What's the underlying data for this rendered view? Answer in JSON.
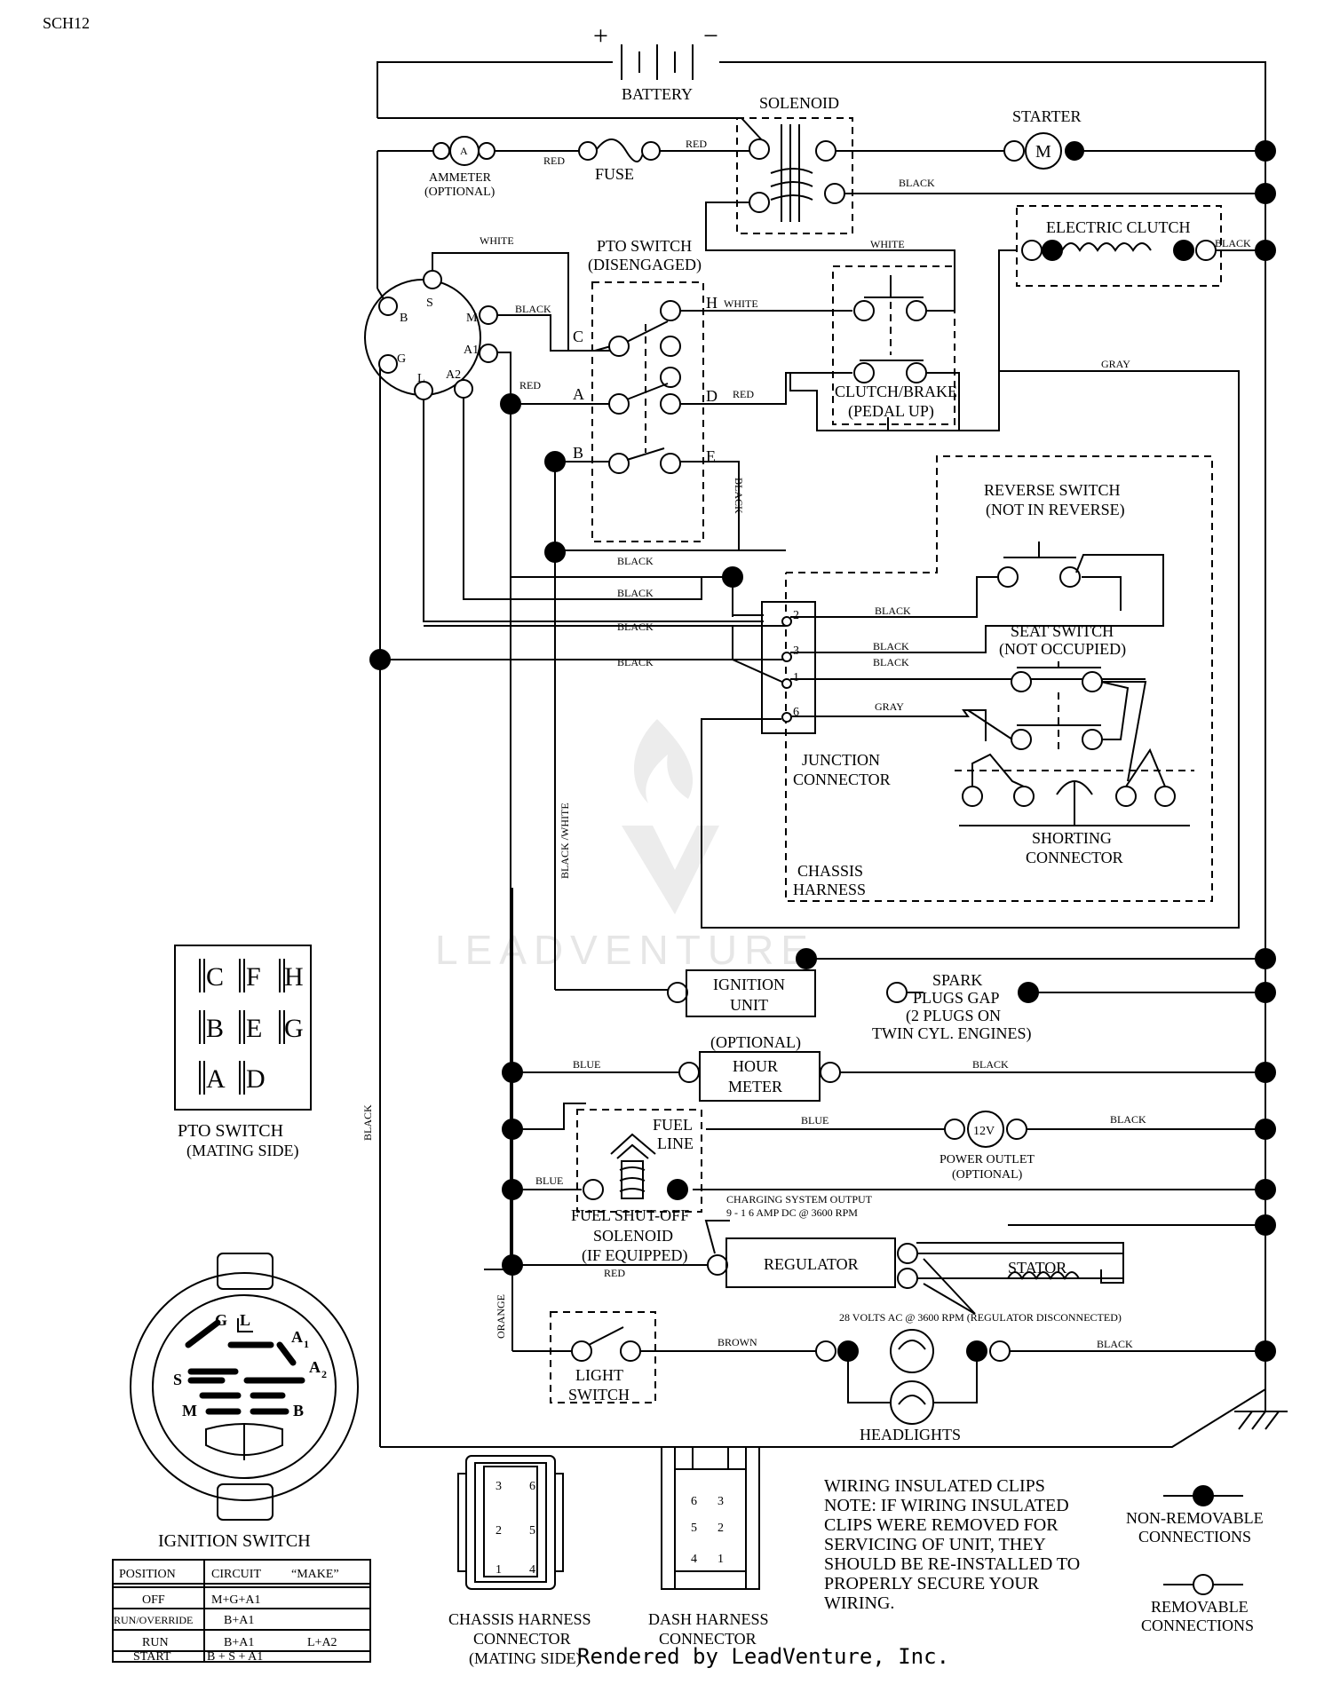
{
  "sheet_id": "SCH12",
  "components": {
    "battery": "BATTERY",
    "battery_plus": "+",
    "battery_minus": "−",
    "solenoid": "SOLENOID",
    "starter": "STARTER",
    "starter_symbol": "M",
    "ammeter": "AMMETER",
    "ammeter_optional": "(OPTIONAL)",
    "ammeter_symbol": "A",
    "fuse": "FUSE",
    "electric_clutch": "ELECTRIC CLUTCH",
    "pto_switch": "PTO SWITCH",
    "pto_switch_state": "(DISENGAGED)",
    "clutch_brake": "CLUTCH/BRAKE",
    "clutch_brake_state": "(PEDAL UP)",
    "reverse_switch": "REVERSE SWITCH",
    "reverse_switch_state": "(NOT IN REVERSE)",
    "seat_switch": "SEAT SWITCH",
    "seat_switch_state": "(NOT OCCUPIED)",
    "junction": "JUNCTION",
    "connector": "CONNECTOR",
    "shorting": "SHORTING",
    "chassis": "CHASSIS",
    "harness": "HARNESS",
    "ignition": "IGNITION",
    "unit": "UNIT",
    "spark_1": "SPARK",
    "spark_2": "PLUGS GAP",
    "spark_3": "(2 PLUGS ON",
    "spark_4": "TWIN CYL. ENGINES)",
    "optional": "(OPTIONAL)",
    "hour": "HOUR",
    "meter": "METER",
    "fuel": "FUEL",
    "line": "LINE",
    "outlet_symbol": "12V",
    "power_outlet": "POWER OUTLET",
    "power_outlet_optional": "(OPTIONAL)",
    "fuel_shutoff_1": "FUEL SHUT-OFF",
    "fuel_shutoff_2": "SOLENOID",
    "fuel_shutoff_3": "(IF EQUIPPED)",
    "charging_1": "CHARGING SYSTEM OUTPUT",
    "charging_2": "9 - 1 6 AMP DC @ 3600 RPM",
    "regulator": "REGULATOR",
    "stator": "STATOR",
    "volts_note": "28 VOLTS AC @ 3600 RPM (REGULATOR DISCONNECTED)",
    "light": "LIGHT",
    "switch": "SWITCH",
    "headlights": "HEADLIGHTS"
  },
  "ignition_terminals": [
    "S",
    "M",
    "A1",
    "A2",
    "L",
    "G",
    "B"
  ],
  "pto_terminals": [
    "C",
    "H",
    "A",
    "D",
    "B",
    "E"
  ],
  "junction_pins": [
    "2",
    "3",
    "1",
    "6"
  ],
  "wire_colors": {
    "red": "RED",
    "black": "BLACK",
    "white": "WHITE",
    "gray": "GRAY",
    "blue": "BLUE",
    "orange": "ORANGE",
    "brown": "BROWN",
    "black_white": "BLACK /WHITE"
  },
  "pto_mating": {
    "title": "PTO SWITCH",
    "subtitle": "(MATING SIDE)",
    "letters": [
      "C",
      "F",
      "H",
      "B",
      "E",
      "G",
      "A",
      "D"
    ]
  },
  "ignition_face": {
    "title": "IGNITION SWITCH",
    "labels": [
      "G",
      "L",
      "A",
      "1",
      "S",
      "A",
      "2",
      "M",
      "B"
    ]
  },
  "ignition_table": {
    "headers": [
      "POSITION",
      "CIRCUIT",
      "“MAKE”"
    ],
    "rows": [
      {
        "position": "OFF",
        "circuit": "M+G+A1",
        "extra": ""
      },
      {
        "position": "RUN/OVERRIDE",
        "circuit": "B+A1",
        "extra": ""
      },
      {
        "position": "RUN",
        "circuit": "B+A1",
        "extra": "L+A2"
      },
      {
        "position": "START",
        "circuit": "B + S + A1",
        "extra": ""
      }
    ]
  },
  "chassis_connector": {
    "title_1": "CHASSIS HARNESS",
    "title_2": "CONNECTOR",
    "title_3": "(MATING SIDE)",
    "pins": [
      "3",
      "6",
      "2",
      "5",
      "1",
      "4"
    ]
  },
  "dash_connector": {
    "title_1": "DASH HARNESS",
    "title_2": "CONNECTOR",
    "pins": [
      "6",
      "3",
      "5",
      "2",
      "4",
      "1"
    ]
  },
  "note": {
    "lines": [
      "WIRING INSULATED CLIPS",
      "NOTE:  IF WIRING INSULATED",
      "CLIPS WERE REMOVED FOR",
      "SERVICING OF UNIT, THEY",
      "SHOULD BE RE-INSTALLED TO",
      "PROPERLY SECURE YOUR",
      "WIRING."
    ]
  },
  "legend": {
    "non_removable_1": "NON-REMOVABLE",
    "non_removable_2": "CONNECTIONS",
    "removable_1": "REMOVABLE",
    "removable_2": "CONNECTIONS"
  },
  "watermark": "LEADVENTURE",
  "rendered_by": "Rendered by LeadVenture, Inc."
}
